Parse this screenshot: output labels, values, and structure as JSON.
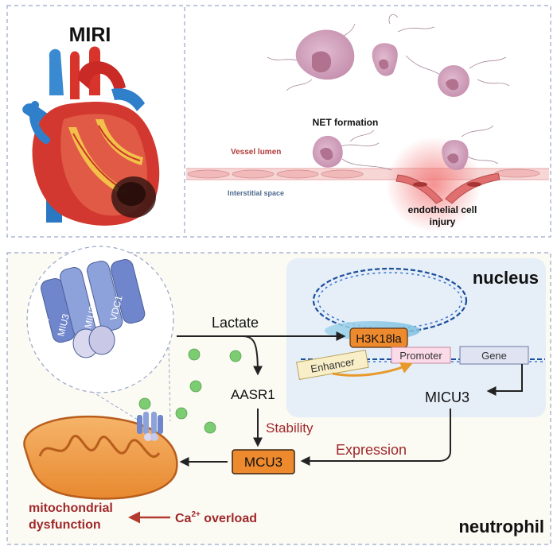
{
  "top": {
    "title": "MIRI",
    "net_formation": "NET formation",
    "vessel_lumen": "Vessel lumen",
    "interstitial_space": "Interstitial space",
    "injury_line1": "endothelial cell",
    "injury_line2": "injury"
  },
  "bottom": {
    "nucleus": "nucleus",
    "neutrophil": "neutrophil",
    "lactate": "Lactate",
    "h3k18la": "H3K18la",
    "enhancer": "Enhancer",
    "promoter": "Promoter",
    "gene": "Gene",
    "aasr1": "AASR1",
    "micu3_gene": "MICU3",
    "stability": "Stability",
    "expression": "Expression",
    "mcu3": "MCU3",
    "mito_line1": "mitochondrial",
    "mito_line2": "dysfunction",
    "ca_base": "Ca",
    "ca_sup": "2+",
    "ca_suffix": " overload",
    "complex_labels": {
      "vdc1_left": "VDC1",
      "miu3_left": "MIU3",
      "miu3_right": "MIU3",
      "vdc1_right": "VDC1"
    }
  },
  "colors": {
    "panel_border": "#9aa6c9",
    "nucleus_bg": "#e6eef8",
    "protein_orange": "#ee8a2e",
    "dark_red_text": "#a0282a",
    "arrow": "#222222",
    "vesicle_green": "#7ccc72",
    "complex_blue": "#6f86cc"
  }
}
